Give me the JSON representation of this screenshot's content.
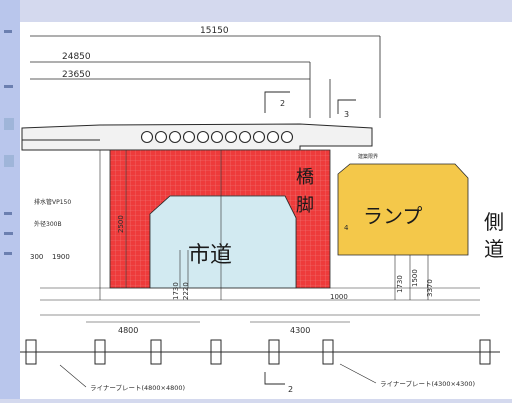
{
  "colors": {
    "background": "#d4d9ee",
    "side_strip": "#b9c6ec",
    "drawing_bg": "#ffffff",
    "pier_red": "#ee3b3b",
    "city_road": "#d2eaf1",
    "ramp_yellow": "#f4c84a",
    "line": "#2a2a2a"
  },
  "dimensions": {
    "top_total": "15150",
    "second": "24850",
    "third": "23650",
    "bottom_left": "4800",
    "bottom_right": "4300",
    "ramp_left_height": "1730",
    "ramp_mid_height": "1500",
    "ramp_right_height": "3370",
    "road_h1": "1730",
    "road_h2": "2220",
    "road_small": "300",
    "road_small2": "1900",
    "pier_height": "2500",
    "ramp_offset": "1000"
  },
  "section_markers": {
    "top_left": "2",
    "top_right": "3",
    "bottom": "2"
  },
  "labels": {
    "pipe": "排水管VP150",
    "pipe2": "外径300B",
    "pier_text": "橋\n脚",
    "pier_line1": "橋",
    "pier_line2": "脚",
    "city_road": "市道",
    "ramp": "ランプ",
    "side_road_line1": "側",
    "side_road_line2": "道",
    "ramp_small": "4",
    "ramp_top_note": "建築限界",
    "liner_plate_left": "ライナープレート(4800×4800)",
    "liner_plate_right": "ライナープレート(4300×4300)"
  }
}
